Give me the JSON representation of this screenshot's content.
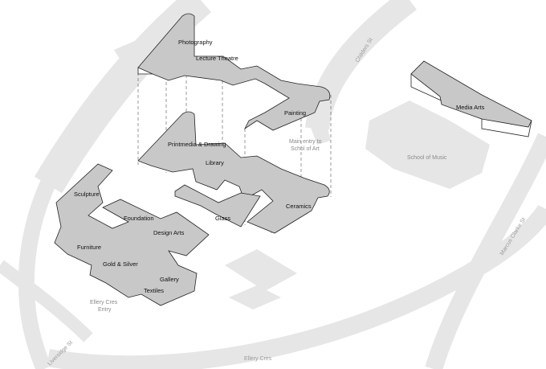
{
  "streets": {
    "childers": "Childers St",
    "marcus_clarke": "Marcus Clarke St",
    "liversidge": "Liversidge St",
    "ellery_cres": "Ellery Cres"
  },
  "landmarks": {
    "main_entry": [
      "Main entry to",
      "Schol of Art"
    ],
    "school_of_music": "School of Music",
    "ellery_entry": [
      "Ellery Cres",
      "Entry"
    ]
  },
  "buildings": {
    "photography": "Photography",
    "lecture_theatre": "Lecture Theatre",
    "painting": "Painting",
    "media_arts": "Media Arts",
    "printmedia_drawing": "Printmedia & Drawing",
    "library": "Library",
    "sculpture": "Sculpture",
    "foundation": "Foundation",
    "design_arts": "Design Arts",
    "glass": "Glass",
    "ceramics": "Ceramics",
    "furniture": "Furniture",
    "gold_silver": "Gold & Silver",
    "gallery": "Gallery",
    "textiles": "Textiles"
  },
  "colors": {
    "road": "#e6e6e6",
    "floor": "#c8c8c8",
    "outline": "#222222"
  }
}
